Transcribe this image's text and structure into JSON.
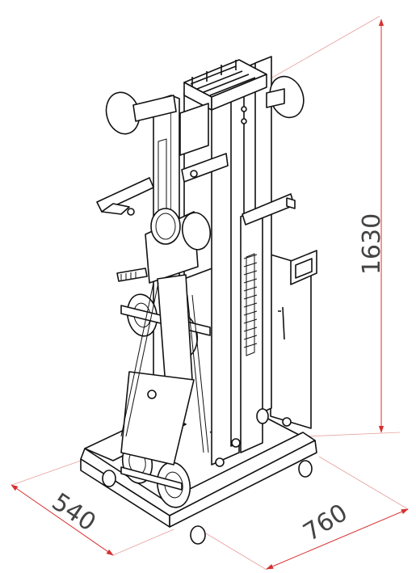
{
  "dimensions": {
    "height": "1630",
    "depth": "540",
    "width": "760"
  },
  "colors": {
    "dimension_line": "#d63030",
    "extension_line": "#e6a0a0",
    "dimension_text": "#444444",
    "drawing_stroke": "#111111"
  }
}
